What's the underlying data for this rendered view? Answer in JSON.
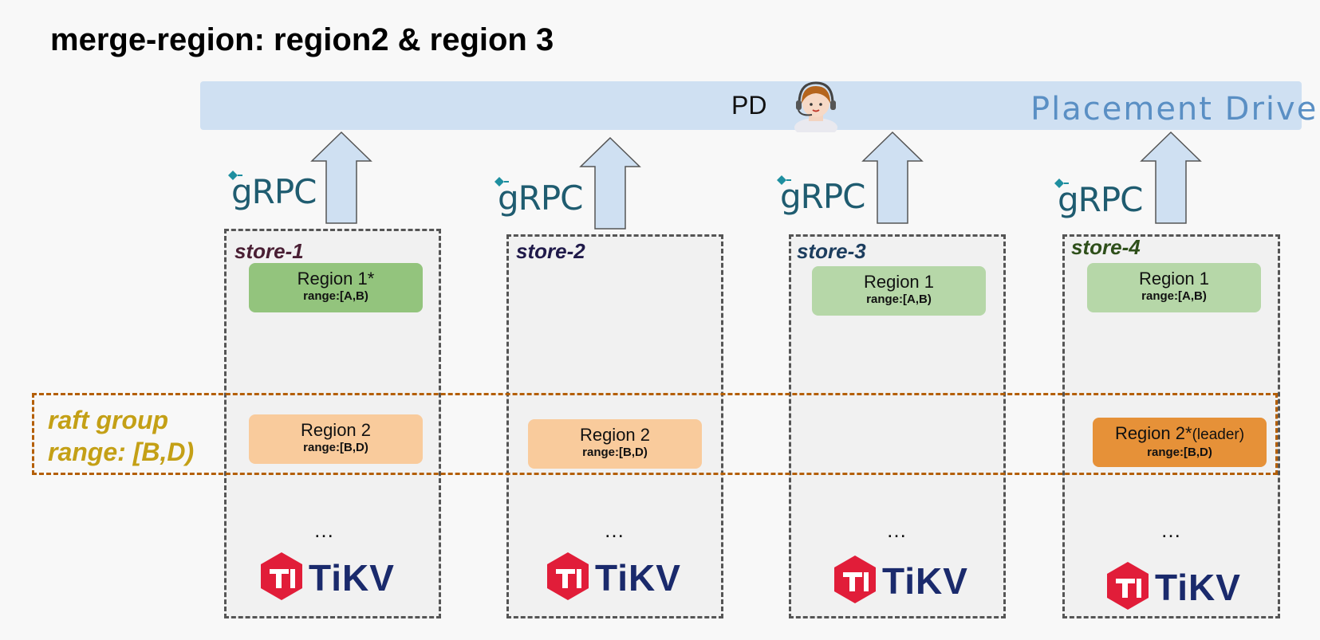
{
  "title": "merge-region: region2 & region 3",
  "pd": {
    "label": "PD",
    "subtitle": "Placement Driver"
  },
  "grpc_label": "gRPC",
  "raft_group": {
    "line1": "raft group",
    "line2": "range: [B,D)"
  },
  "stores": [
    {
      "name": "store-1",
      "name_color": "#4a1f34",
      "regions": [
        {
          "name": "Region 1*",
          "range": "range:[A,B)",
          "style": "green-dark"
        },
        {
          "name": "Region 2",
          "range": "range:[B,D)",
          "style": "peach"
        }
      ],
      "ellipsis": "…",
      "logo": "TiKV"
    },
    {
      "name": "store-2",
      "name_color": "#201a4a",
      "regions": [
        {
          "name": "Region 2",
          "range": "range:[B,D)",
          "style": "peach"
        }
      ],
      "ellipsis": "…",
      "logo": "TiKV"
    },
    {
      "name": "store-3",
      "name_color": "#1c3d5e",
      "regions": [
        {
          "name": "Region 1",
          "range": "range:[A,B)",
          "style": "green"
        }
      ],
      "ellipsis": "…",
      "logo": "TiKV"
    },
    {
      "name": "store-4",
      "name_color": "#2e4f1a",
      "regions": [
        {
          "name": "Region 1",
          "range": "range:[A,B)",
          "style": "green"
        },
        {
          "name": "Region 2*",
          "name_suffix": "(leader)",
          "range": "range:[B,D)",
          "style": "orange"
        }
      ],
      "ellipsis": "…",
      "logo": "TiKV"
    }
  ],
  "colors": {
    "pd_bar": "#cfe0f2",
    "arrow_fill": "#cfe0f2",
    "raft_border": "#b45f06",
    "raft_text": "#c4a016",
    "tikv_red": "#e11d39",
    "tikv_navy": "#1a2a6c"
  }
}
